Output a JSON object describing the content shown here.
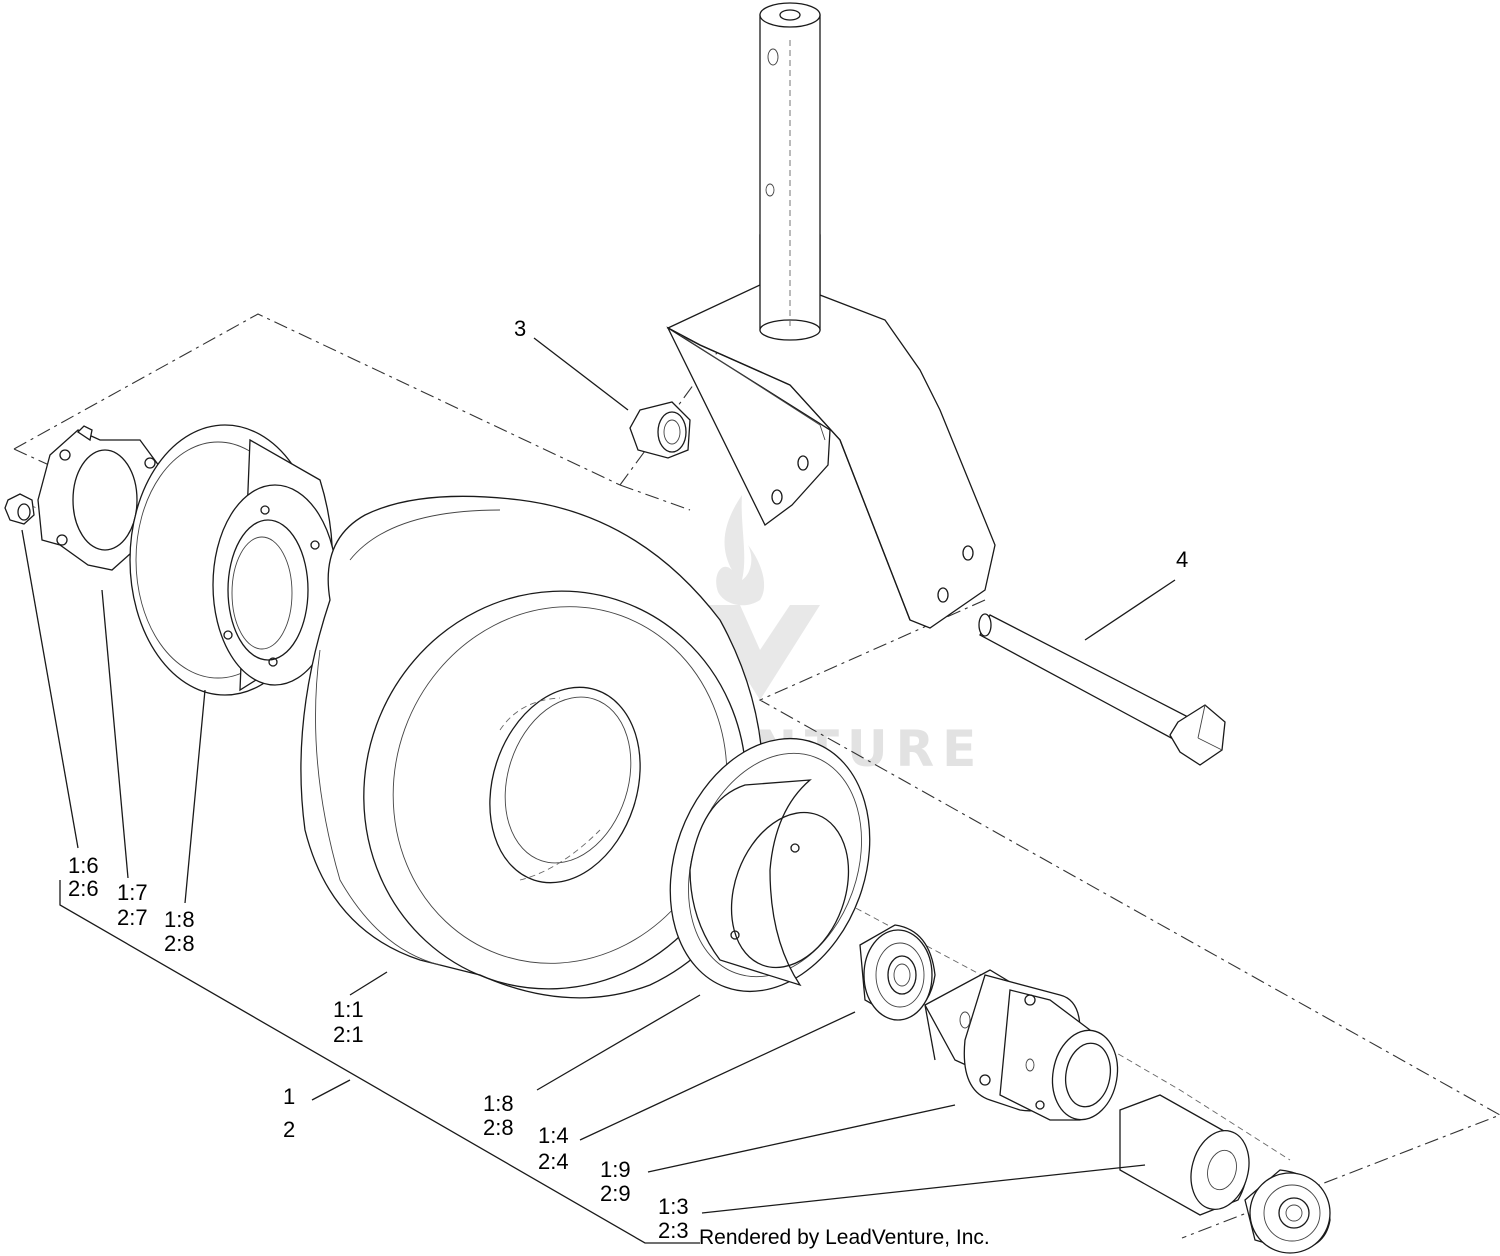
{
  "callouts": {
    "c3": "3",
    "c4": "4",
    "c16": "1:6",
    "c26": "2:6",
    "c17": "1:7",
    "c27": "2:7",
    "c18": "1:8",
    "c28": "2:8",
    "c11": "1:1",
    "c21": "2:1",
    "c1": "1",
    "c2": "2",
    "c18b": "1:8",
    "c28b": "2:8",
    "c14": "1:4",
    "c24": "2:4",
    "c19": "1:9",
    "c29": "2:9",
    "c13": "1:3",
    "c23": "2:3"
  },
  "footer": {
    "credit": "Rendered by LeadVenture, Inc."
  },
  "watermark": {
    "text": "LEADVENTURE",
    "logo": "leadventure-flame-logo"
  },
  "colors": {
    "line": "#1a1a1a",
    "watermark": "#e2e2e2",
    "background": "#ffffff"
  }
}
